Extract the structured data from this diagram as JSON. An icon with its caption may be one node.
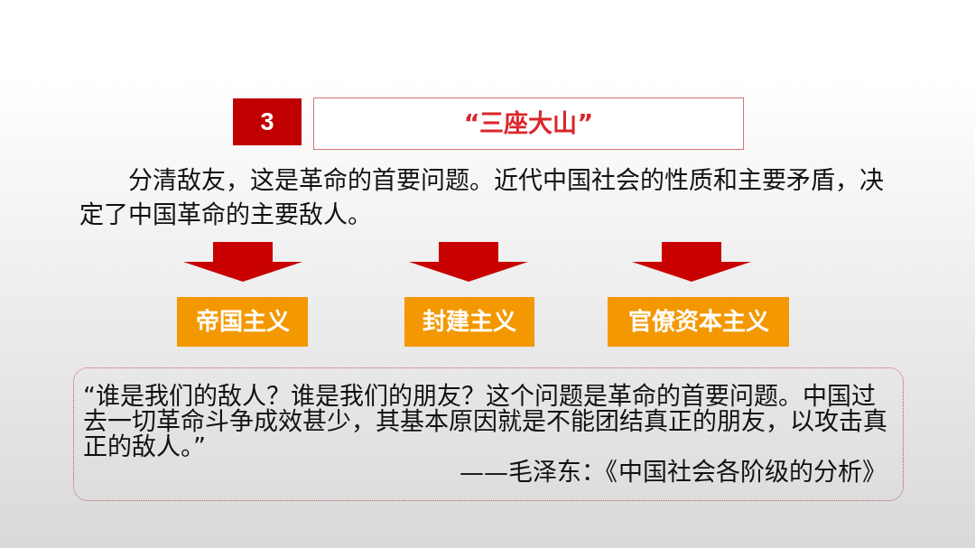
{
  "diagram": {
    "nodes": [
      {
        "text": [
          "3"
        ]
      },
      {
        "text": [
          "“三座大山”"
        ]
      },
      {
        "text": [
          "分清敌友，这是革命的首要问题。近代中国社会的性质和主要矛盾，决定了中国革命的主要敌人。"
        ]
      },
      {
        "text": [
          "帝国主义"
        ]
      },
      {
        "text": [
          "封建主义"
        ]
      },
      {
        "text": [
          "官僚资本主义"
        ]
      },
      {
        "text": [
          "“谁是我们的敌人？谁是我们的朋友？这个问题是革命的首要问题。中国过去一切革命斗争成效甚少，其基本原因就是不能团结真正的朋友，以攻击真正的敌人。”",
          "——毛泽东：《中国社会各阶级的分析》"
        ]
      }
    ],
    "edges": [
      {
        "from": 2,
        "to": 3,
        "arrow": "to",
        "style": "thick"
      },
      {
        "from": 2,
        "to": 4,
        "arrow": "to",
        "style": "thick"
      },
      {
        "from": 2,
        "to": 5,
        "arrow": "to",
        "style": "thick"
      }
    ]
  }
}
